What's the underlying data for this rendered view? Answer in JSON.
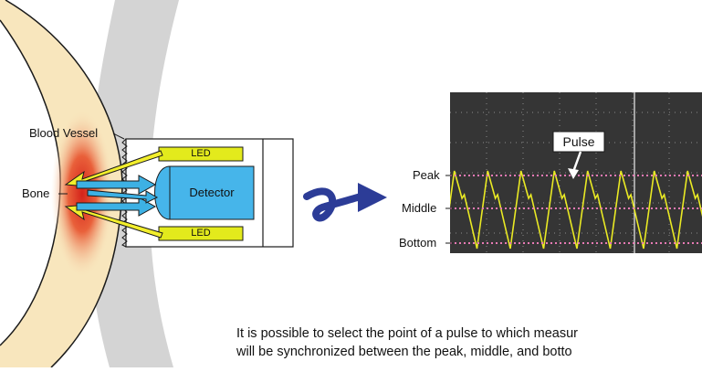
{
  "labels": {
    "blood_vessel": "Blood Vessel",
    "bone": "Bone",
    "led_top": "LED",
    "led_bottom": "LED",
    "detector": "Detector",
    "peak": "Peak",
    "middle": "Middle",
    "bottom": "Bottom",
    "pulse": "Pulse"
  },
  "description": {
    "line1": "It is possible to select the point of a pulse to which measur",
    "line2": "will be synchronized between the peak, middle, and botto"
  },
  "colors": {
    "tissue": "#f8e6bd",
    "bone_band": "#d4d4d4",
    "blood_red": "#d4231a",
    "led_fill": "#e3ea1c",
    "detector_fill": "#46b5ea",
    "arrow_yellow": "#f2ee2c",
    "arrow_blue": "#3db1e4",
    "curve_arrow": "#2c3c97",
    "scope_bg": "#353535",
    "waveform": "#eaea24",
    "level_line": "#e77ab4"
  },
  "icons": [
    "curved-arrow-icon",
    "led-emission-arrow-icon",
    "detection-arrow-icon"
  ]
}
